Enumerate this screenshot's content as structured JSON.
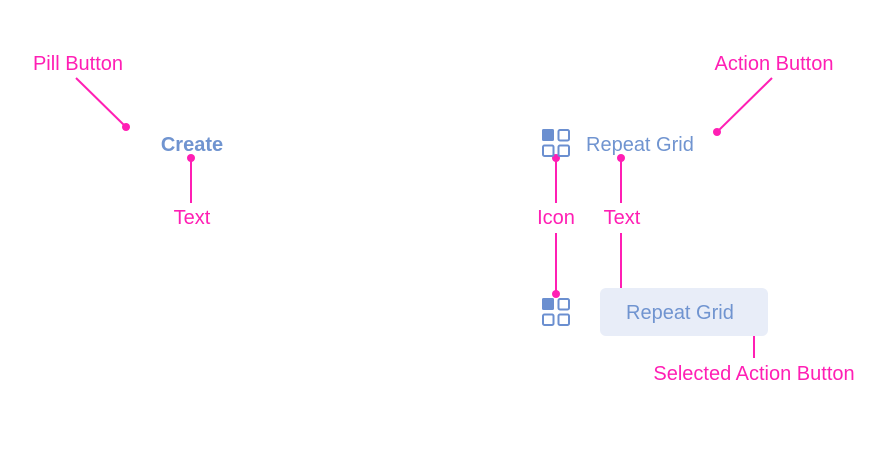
{
  "colors": {
    "annotation": "#ff1fb4",
    "ui_text": "#7094d0",
    "icon": "#6b8fd0",
    "selected_bg": "#e8edf8"
  },
  "annotations": {
    "pill_button": "Pill Button",
    "action_button": "Action Button",
    "text_left": "Text",
    "icon": "Icon",
    "text_right": "Text",
    "selected_action_button": "Selected Action Button"
  },
  "pill_button": {
    "label": "Create"
  },
  "action_button": {
    "icon": "repeat-grid-icon",
    "label": "Repeat Grid"
  },
  "selected_action_button": {
    "icon": "repeat-grid-icon",
    "label": "Repeat Grid",
    "selected": true
  }
}
